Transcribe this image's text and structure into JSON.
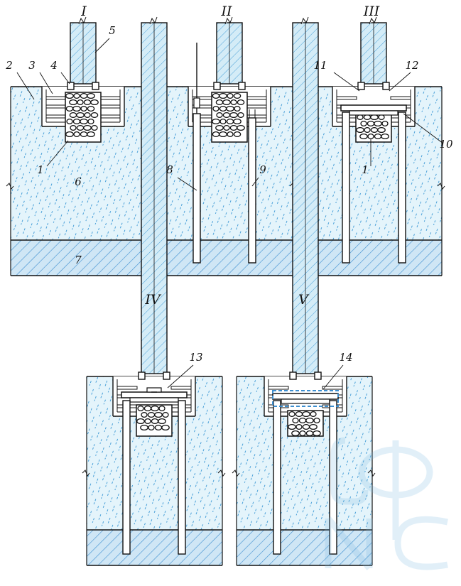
{
  "stages": [
    {
      "id": "s1",
      "label": "I",
      "callouts": [
        "1",
        "2",
        "3",
        "4",
        "5",
        "6",
        "7"
      ]
    },
    {
      "id": "s2",
      "label": "II",
      "callouts": [
        "8",
        "9"
      ]
    },
    {
      "id": "s3",
      "label": "III",
      "callouts": [
        "11",
        "12",
        "10",
        "1"
      ]
    },
    {
      "id": "s4",
      "label": "IV",
      "callouts": [
        "13"
      ]
    },
    {
      "id": "s5",
      "label": "V",
      "callouts": [
        "14"
      ]
    }
  ],
  "colors": {
    "line": "#111111",
    "soil_fill": "#e4f4fb",
    "soil_hatch": "#4aa0d8",
    "dense_fill": "#cfe6f5",
    "dense_hatch": "#3d8fd0",
    "column_fill": "#d4ecf7",
    "stone_fill": "#ffffff"
  }
}
